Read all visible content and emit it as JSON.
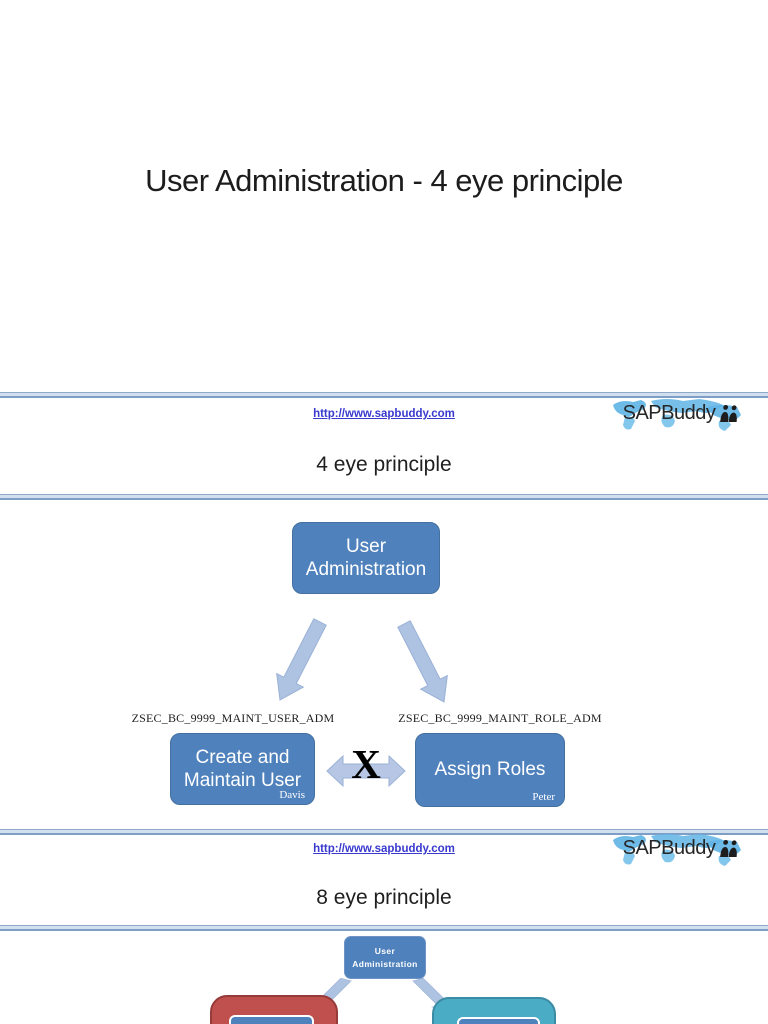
{
  "document": {
    "title": "User Administration - 4 eye principle"
  },
  "slide1": {
    "header": {
      "url": "http://www.sapbuddy.com",
      "logo_text": "SAPBuddy"
    },
    "heading": "4 eye principle",
    "diagram": {
      "root_box_label": "User Administration",
      "left_role_label": "ZSEC_BC_9999_MAINT_USER_ADM",
      "right_role_label": "ZSEC_BC_9999_MAINT_ROLE_ADM",
      "left_box_label": "Create and Maintain User",
      "left_box_person": "Davis",
      "right_box_label": "Assign Roles",
      "right_box_person": "Peter",
      "separation_mark": "X"
    }
  },
  "slide2": {
    "header": {
      "url": "http://www.sapbuddy.com",
      "logo_text": "SAPBuddy"
    },
    "heading": "8 eye principle",
    "diagram": {
      "root_box_label": "User Administration"
    }
  },
  "colors": {
    "box_blue": "#4f81bd",
    "arrow_light_blue": "#aec2e2",
    "red_box": "#c0504d",
    "teal_box": "#4bacc6",
    "divider_blue": "#d2dfee",
    "link_blue": "#3939cf"
  }
}
